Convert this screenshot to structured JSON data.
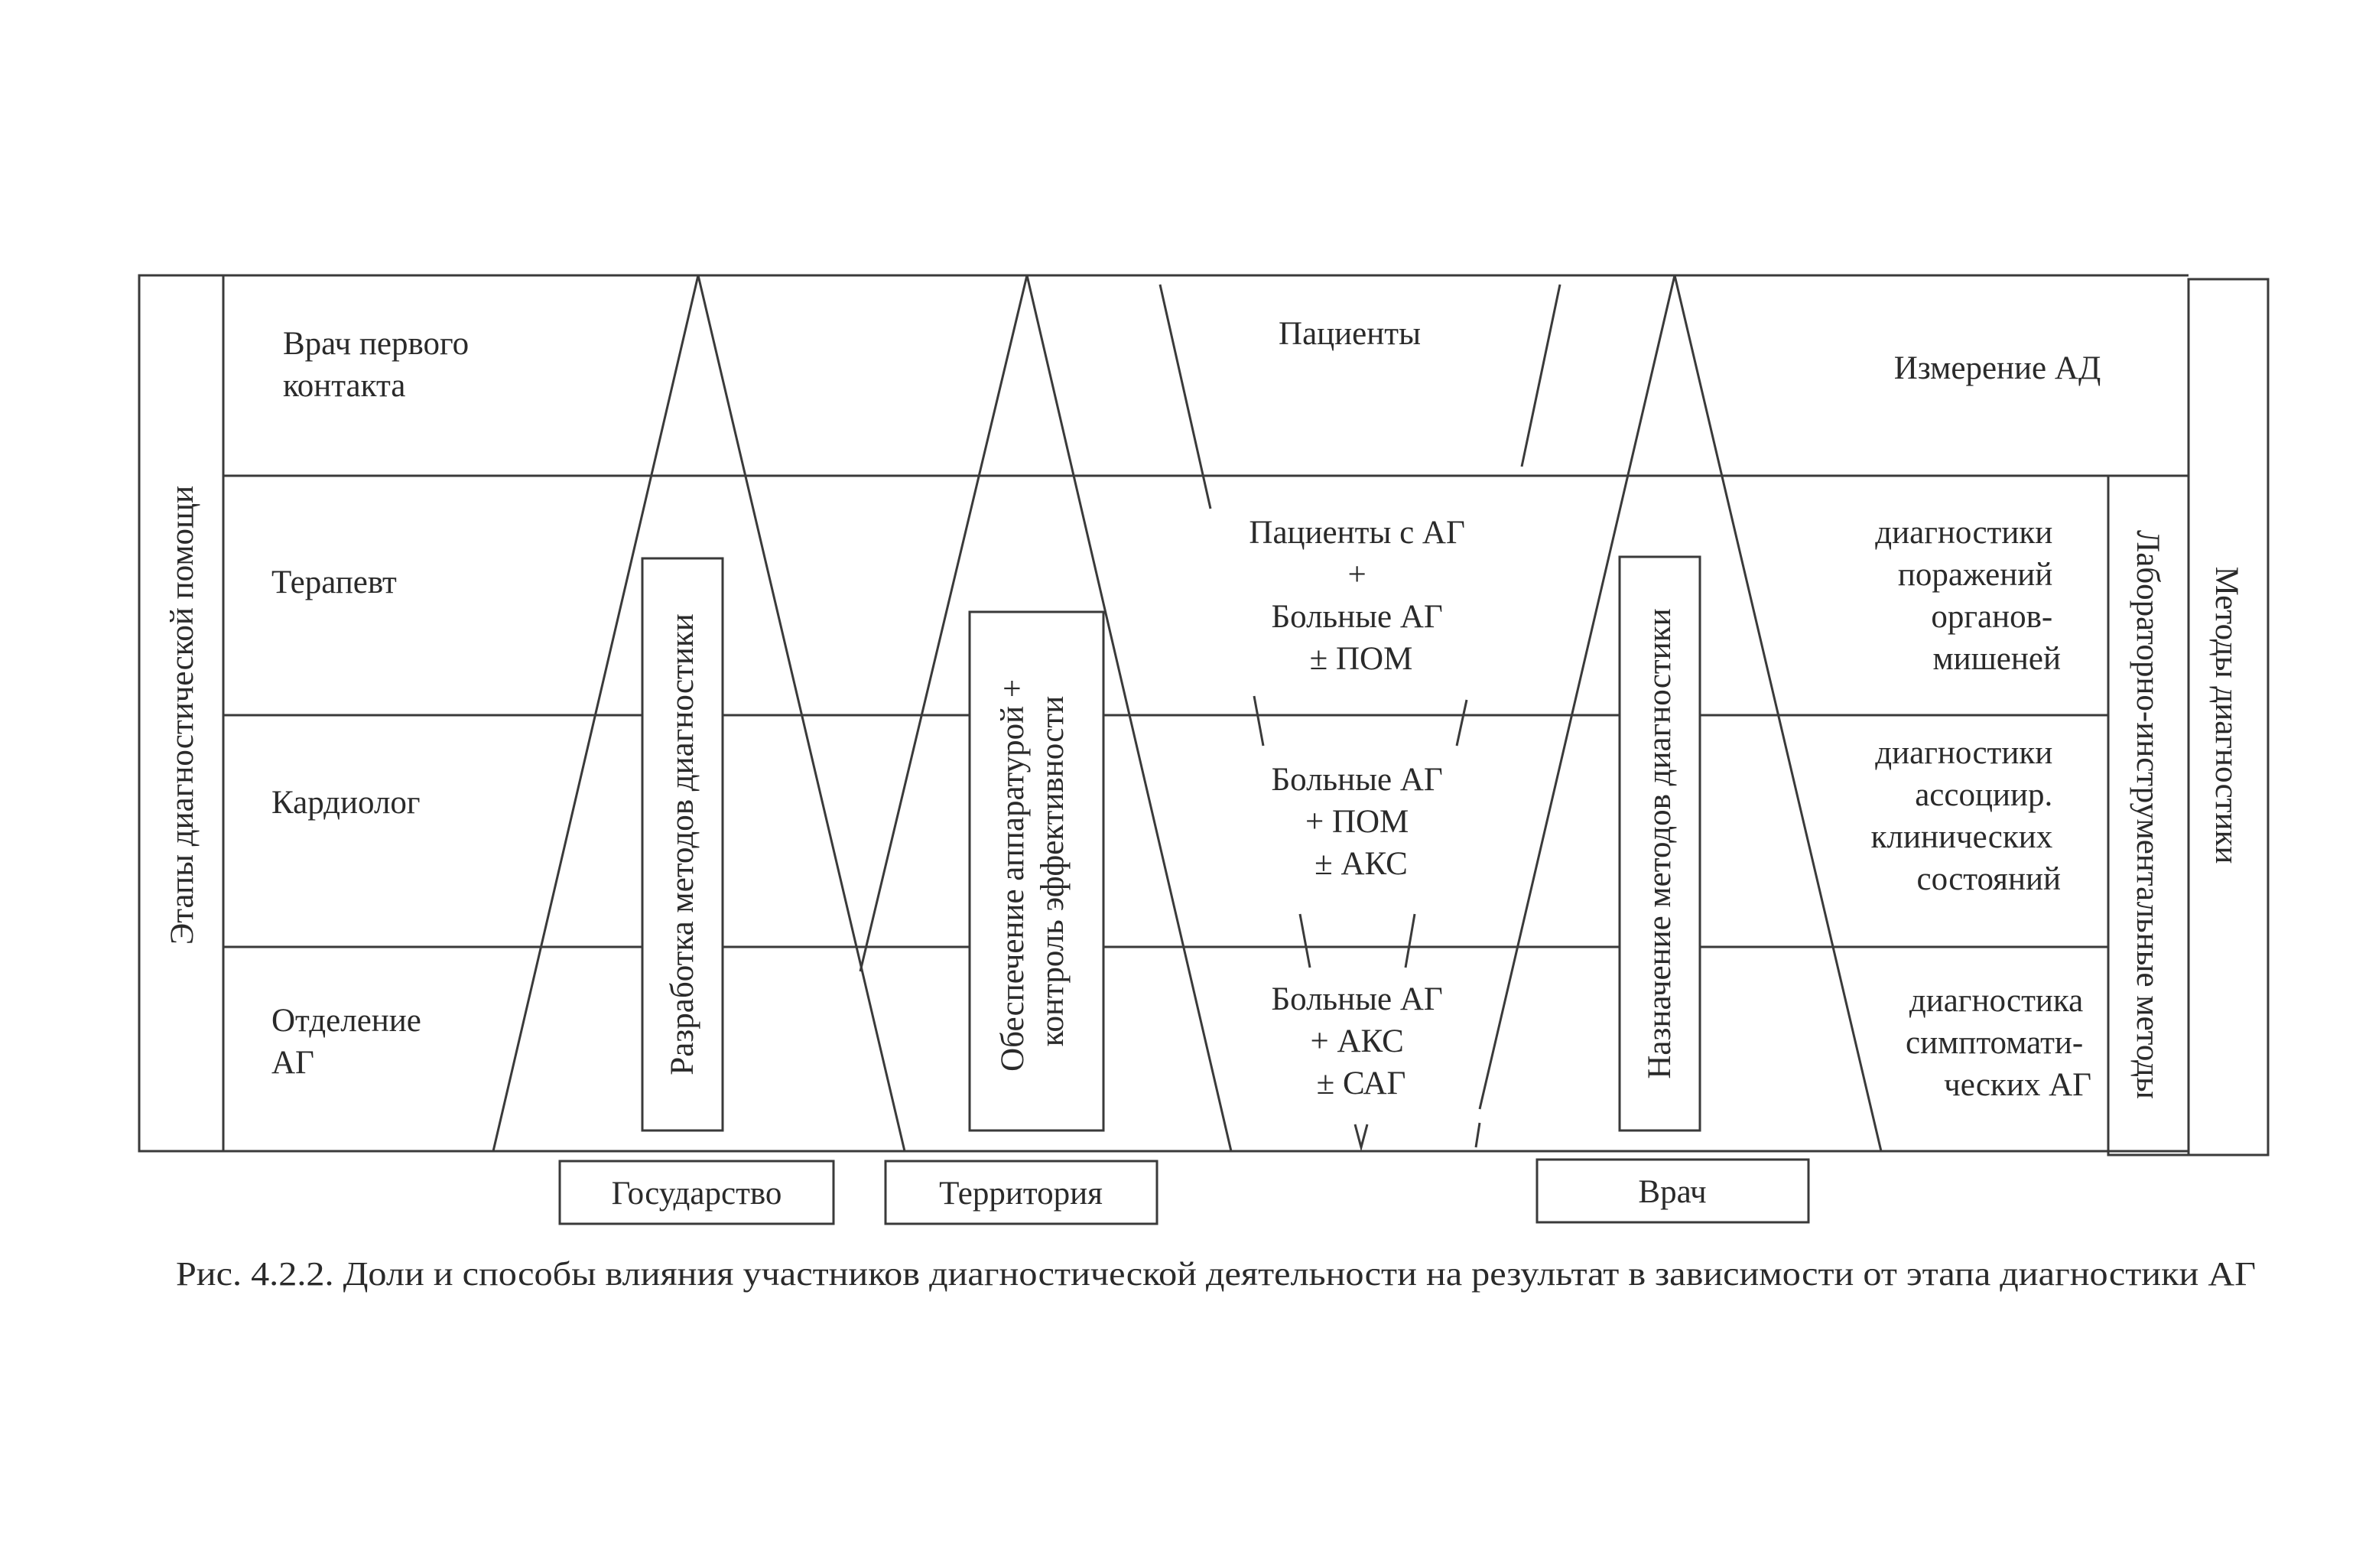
{
  "left_axis_label": "Этапы диагностической помощи",
  "right_axis_label": "Методы диагностики",
  "lab_methods_label": "Лабораторно-инструментальные методы",
  "stages": [
    {
      "lines": [
        "Врач первого",
        "контакта"
      ]
    },
    {
      "lines": [
        "Терапевт"
      ]
    },
    {
      "lines": [
        "Кардиолог"
      ]
    },
    {
      "lines": [
        "Отделение",
        "АГ"
      ]
    }
  ],
  "patients": [
    {
      "lines": [
        "Пациенты"
      ]
    },
    {
      "lines": [
        "Пациенты с АГ",
        "+",
        "Больные АГ",
        "± ПОМ"
      ]
    },
    {
      "lines": [
        "Больные АГ",
        "+ ПОМ",
        "± АКС"
      ]
    },
    {
      "lines": [
        "Больные АГ",
        "+ АКС",
        "± САГ"
      ]
    }
  ],
  "methods": [
    {
      "lines": [
        "Измерение АД"
      ]
    },
    {
      "lines": [
        "диагностики",
        "поражений",
        "органов-",
        "мишеней"
      ]
    },
    {
      "lines": [
        "диагностики",
        "ассоциир.",
        "клинических",
        "состояний"
      ]
    },
    {
      "lines": [
        "диагностика",
        "симптомати-",
        "ческих АГ"
      ]
    }
  ],
  "vertical_boxes": [
    {
      "lines": [
        "Разработка методов диагностики"
      ]
    },
    {
      "lines": [
        "Обеспечение аппаратурой +",
        "контроль эффективности"
      ]
    },
    {
      "lines": [
        "Назначение методов диагностики"
      ]
    }
  ],
  "participants": [
    {
      "label": "Государство"
    },
    {
      "label": "Территория"
    },
    {
      "label": "Врач"
    }
  ],
  "caption": "Рис. 4.2.2. Доли  и способы влияния участников диагностической деятельности на результат в зависимости от этапа диагностики АГ"
}
